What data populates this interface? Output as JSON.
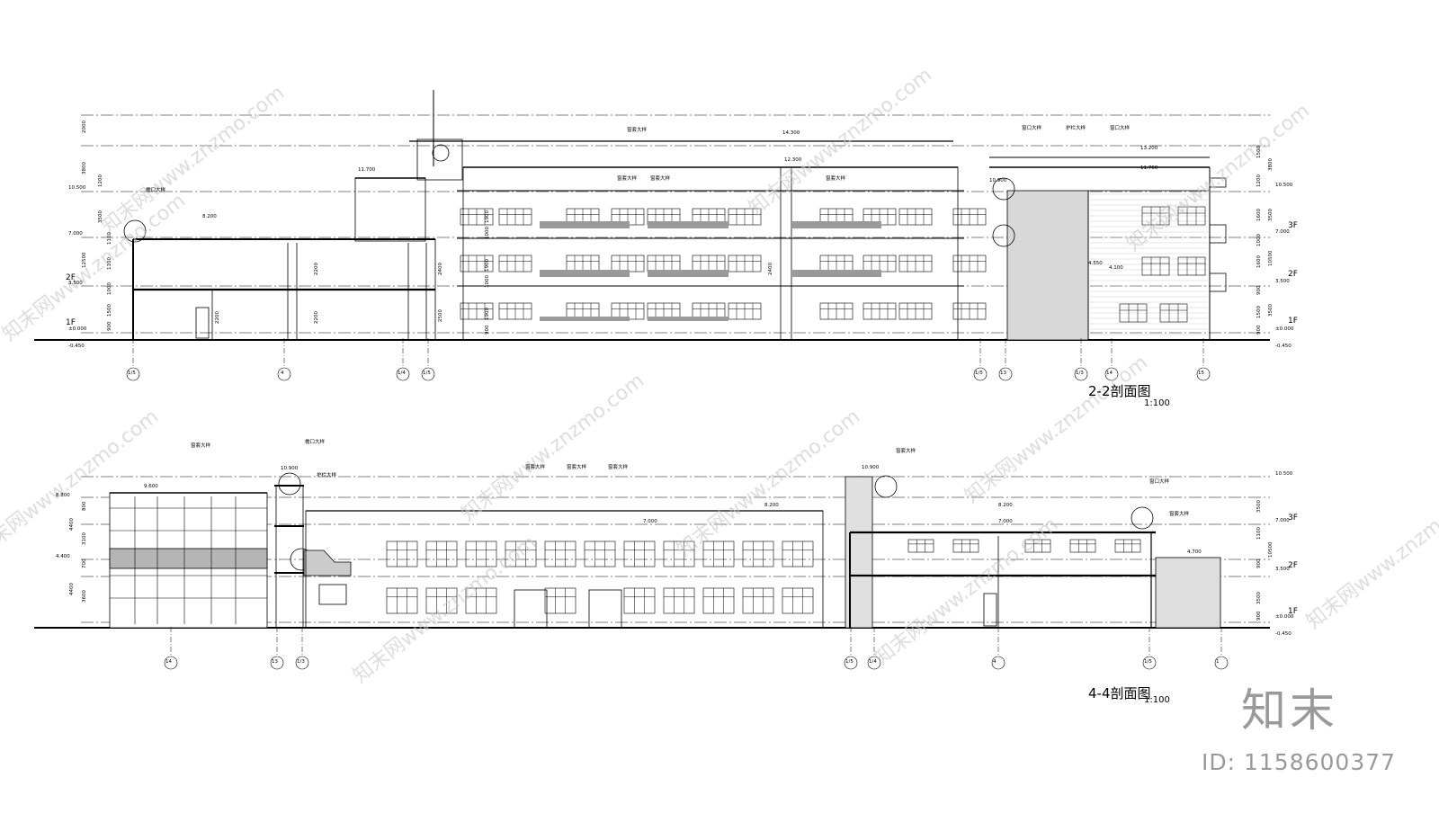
{
  "section_2_2": {
    "title": "2-2剖面图",
    "scale": "1:100",
    "elevations": [
      "10.500",
      "7.000",
      "3.500",
      "±0.000",
      "-0.450",
      "11.700",
      "12.300",
      "14.300",
      "13.200",
      "11.700",
      "10.900",
      "8.200",
      "4.550",
      "4.100"
    ],
    "floor_marks": [
      "2F",
      "1F",
      "3F",
      "2F",
      "1F"
    ],
    "dims_left": [
      "2000",
      "3800",
      "1200",
      "3500",
      "1100",
      "12500",
      "1000",
      "1100",
      "1500",
      "900"
    ],
    "dims_right": [
      "1500",
      "3800",
      "1200",
      "3500",
      "1600",
      "1000",
      "10500",
      "1600",
      "900",
      "1500",
      "3500",
      "900"
    ],
    "dims_mid": [
      "2200",
      "2200",
      "2200",
      "2400",
      "2400",
      "2500",
      "1900",
      "1000",
      "1900",
      "1000",
      "1900",
      "900"
    ],
    "axes": [
      "1/5",
      "4",
      "1/4",
      "1/5",
      "1/5",
      "13",
      "1/3",
      "14",
      "15"
    ],
    "callouts": [
      "檐口大样",
      "窗套大样",
      "窗套大样",
      "窗套大样",
      "窗套大样",
      "窗口大样",
      "护栏大样",
      "窗口大样"
    ]
  },
  "section_4_4": {
    "title": "4-4剖面图",
    "scale": "1:100",
    "elevations": [
      "10.500",
      "7.000",
      "3.500",
      "±0.000",
      "-0.450",
      "8.800",
      "4.400",
      "10.900",
      "10.900",
      "8.200",
      "7.000",
      "8.200",
      "7.000",
      "4.700",
      "9.600"
    ],
    "floor_marks": [
      "3F",
      "2F",
      "1F"
    ],
    "dims_left": [
      "4400",
      "3100",
      "3600",
      "4400",
      "700",
      "800"
    ],
    "dims_right": [
      "3500",
      "1100",
      "10500",
      "900",
      "3500",
      "900"
    ],
    "axes": [
      "14",
      "13",
      "1/3",
      "1/5",
      "1/4",
      "4",
      "1/5",
      "1"
    ],
    "callouts": [
      "窗套大样",
      "檐口大样",
      "护栏大样",
      "窗套大样",
      "窗套大样",
      "窗套大样",
      "窗套大样",
      "窗口大样",
      "窗套大样"
    ]
  },
  "watermark": {
    "logo": "知末",
    "id_text": "ID: 1158600377",
    "tile_text": "知末网www.znzmo.com"
  }
}
